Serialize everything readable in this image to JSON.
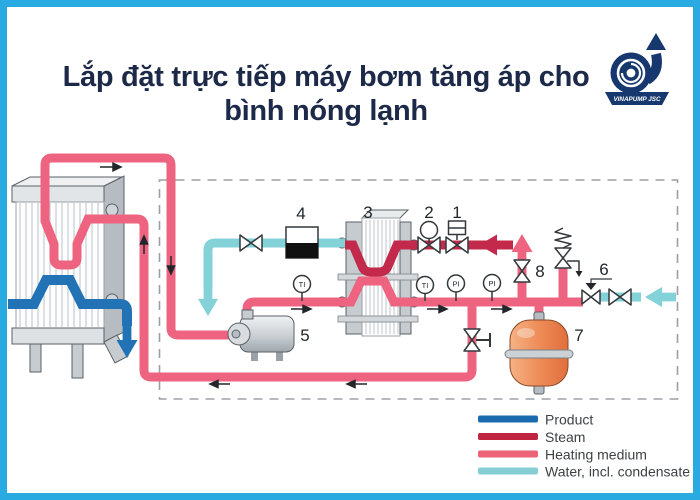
{
  "title": {
    "line1": "Lắp đặt trực tiếp máy bơm tăng áp cho",
    "line2": "bình nóng lạnh"
  },
  "logo": {
    "caption": "VINAPUMP JSC"
  },
  "diagram": {
    "labels": {
      "n1": "1",
      "n2": "2",
      "n3": "3",
      "n4": "4",
      "n5": "5",
      "n6": "6",
      "n7": "7",
      "n8": "8"
    },
    "gauges": {
      "ti1": "TI",
      "ti2": "TI",
      "pi1": "PI",
      "pi2": "PI"
    }
  },
  "legend": {
    "items": [
      {
        "label": "Product",
        "color": "#1b6cae"
      },
      {
        "label": "Steam",
        "color": "#bf2441"
      },
      {
        "label": "Heating medium",
        "color": "#ec6277"
      },
      {
        "label": "Water, incl. condensate",
        "color": "#85cfd4"
      }
    ]
  },
  "colors": {
    "product": "#2273b5",
    "steam": "#c2294a",
    "heating": "#ee6480",
    "water": "#82d2d8",
    "frame": "#29abe2",
    "title_text": "#1c2948",
    "logo_navy": "#16386e"
  }
}
